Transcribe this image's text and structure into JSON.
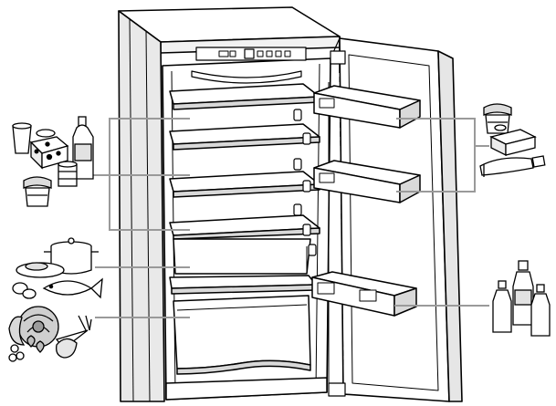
{
  "diagram": {
    "subject": "open-refrigerator",
    "zones": [
      {
        "id": "upper-shelves",
        "group": "dairy-and-prepared-food"
      },
      {
        "id": "chiller-shelf",
        "group": "meat-and-fish"
      },
      {
        "id": "vegetable-drawer",
        "group": "fruit-and-vegetables"
      },
      {
        "id": "door-upper-racks",
        "group": "butter-cheese-tubes"
      },
      {
        "id": "door-bottle-rack",
        "group": "bottles"
      }
    ],
    "colors": {
      "outline": "#000000",
      "pointer_line": "#9a9a9a",
      "shade": "#d9d9d9",
      "cabinet_side": "#e6e6e6",
      "background": "#ffffff"
    }
  }
}
